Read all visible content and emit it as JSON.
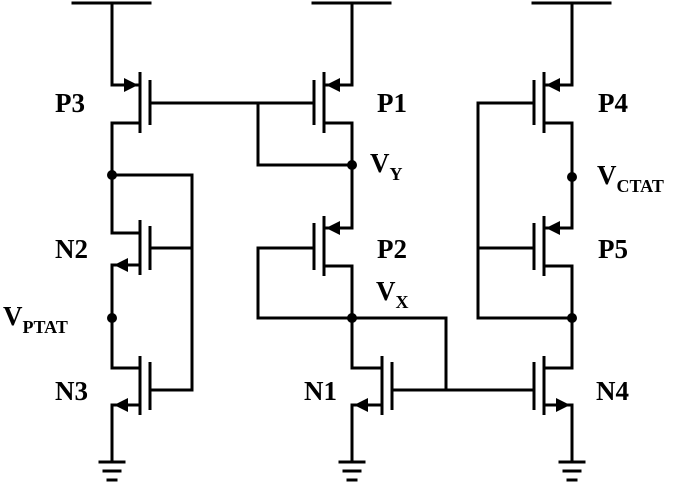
{
  "transistors": {
    "p3": "P3",
    "p1": "P1",
    "p4": "P4",
    "n2": "N2",
    "p2": "P2",
    "p5": "P5",
    "n3": "N3",
    "n1": "N1",
    "n4": "N4"
  },
  "nodes": {
    "vy": {
      "main": "V",
      "sub": "Y"
    },
    "vx": {
      "main": "V",
      "sub": "X"
    },
    "vptat": {
      "main": "V",
      "sub": "PTAT"
    },
    "vctat": {
      "main": "V",
      "sub": "CTAT"
    }
  },
  "colors": {
    "stroke": "#000000",
    "background": "#ffffff"
  }
}
